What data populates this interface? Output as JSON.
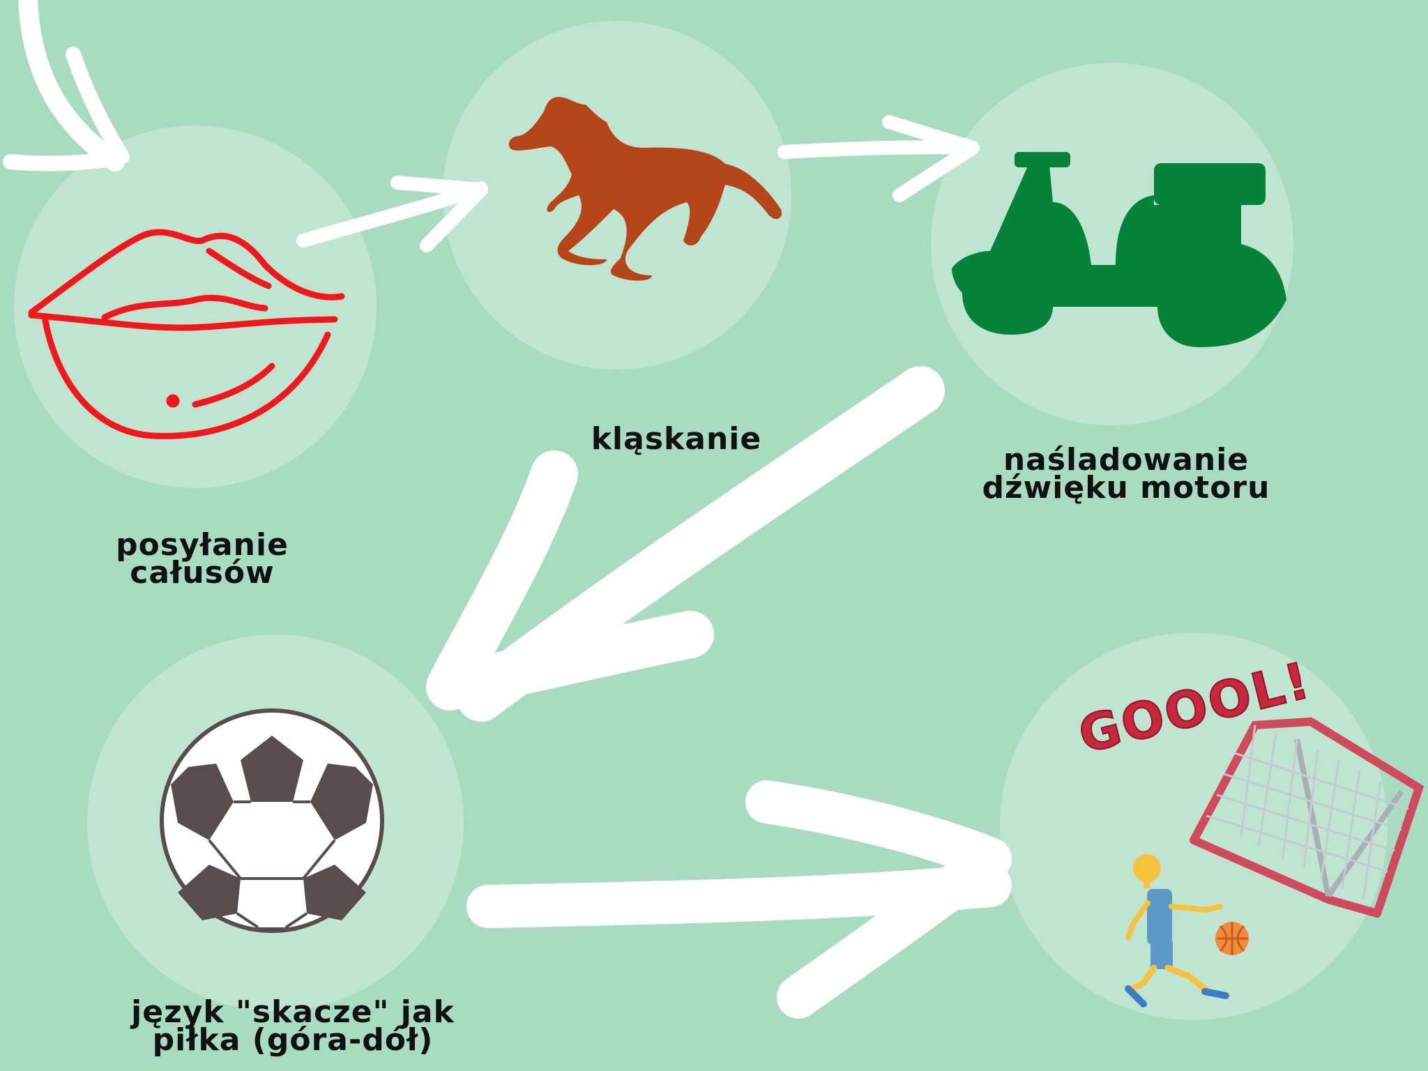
{
  "colors": {
    "background": "#a8dcc0",
    "circle": "#bfe5d0",
    "arrow": "#ffffff",
    "lips": "#f0181e",
    "horse": "#b5461a",
    "scooter": "#06833b",
    "ball_dark": "#594c4c",
    "goal_frame": "#d04a5e",
    "goal_text": "#c8283e"
  },
  "steps": [
    {
      "icon": "lips-icon",
      "lines": [
        "posyłanie",
        "całusów"
      ]
    },
    {
      "icon": "horse-icon",
      "lines": [
        "kląskanie"
      ]
    },
    {
      "icon": "scooter-icon",
      "lines": [
        "naśladowanie",
        "dźwięku motoru"
      ]
    },
    {
      "icon": "soccer-ball-icon",
      "lines": [
        "język \"skacze\" jak",
        "piłka (góra-dół)"
      ]
    },
    {
      "icon": "goal-icon",
      "lines": []
    }
  ],
  "goal_badge": "GOOOL!"
}
